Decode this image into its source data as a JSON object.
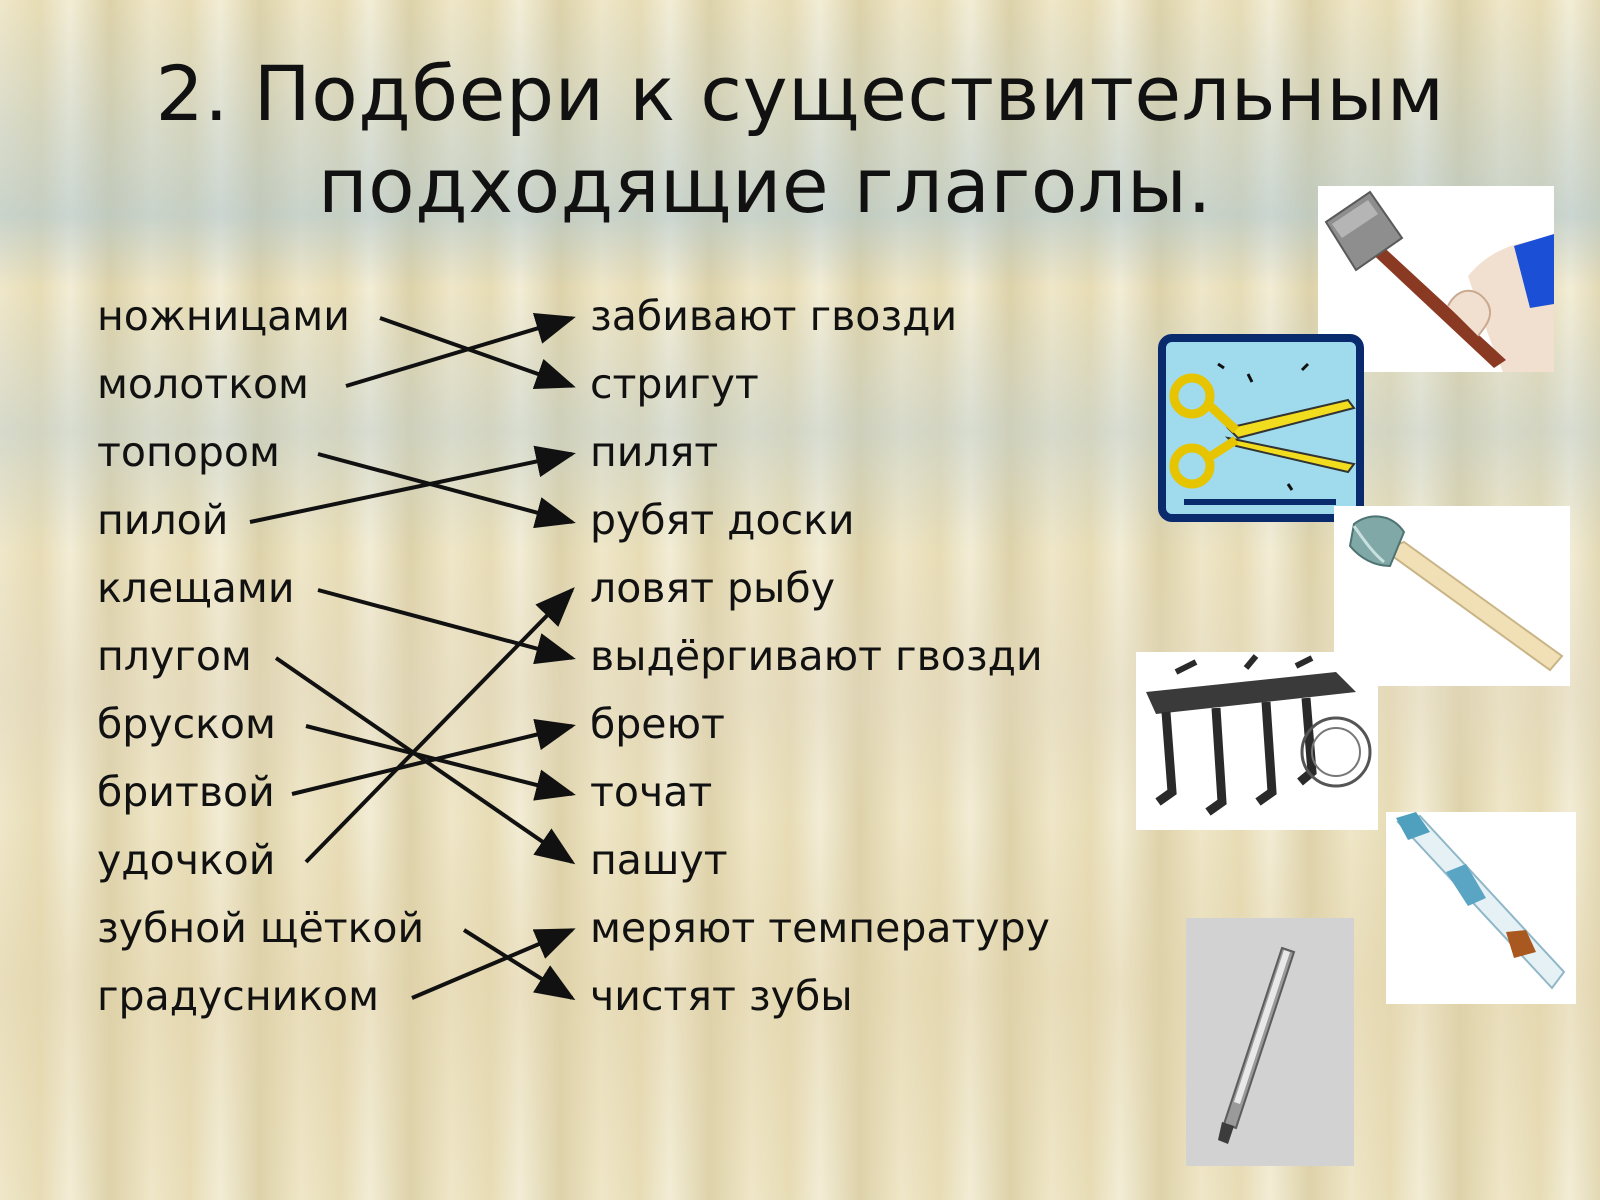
{
  "title": {
    "line1": "2. Подбери к существительным",
    "line2": "подходящие глаголы."
  },
  "nouns": [
    "ножницами",
    "молотком",
    "топором",
    "пилой",
    "клещами",
    "плугом",
    "бруском",
    "бритвой",
    "удочкой",
    "зубной щёткой",
    "градусником"
  ],
  "verbs": [
    "забивают гвозди",
    "стригут",
    "пилят",
    "рубят доски",
    "ловят рыбу",
    "выдёргивают гвозди",
    "бреют",
    "точат",
    "пашут",
    "меряют температуру",
    "чистят зубы"
  ],
  "matches": [
    [
      0,
      1
    ],
    [
      1,
      0
    ],
    [
      2,
      3
    ],
    [
      3,
      2
    ],
    [
      4,
      5
    ],
    [
      5,
      8
    ],
    [
      6,
      7
    ],
    [
      7,
      6
    ],
    [
      8,
      4
    ],
    [
      9,
      10
    ],
    [
      10,
      9
    ]
  ],
  "pictures": {
    "hammer": "hammer-icon",
    "scissors": "scissors-icon",
    "axe": "axe-icon",
    "plow": "plow-icon",
    "toothbrush": "toothbrush-icon",
    "thermometer": "thermometer-icon"
  },
  "colors": {
    "arrow": "#111111",
    "scissors_bg": "#9fdbec",
    "scissors_blade": "#f2dc1e",
    "hammer_handle": "#8a3a22",
    "sleeve": "#1b4fd6"
  }
}
